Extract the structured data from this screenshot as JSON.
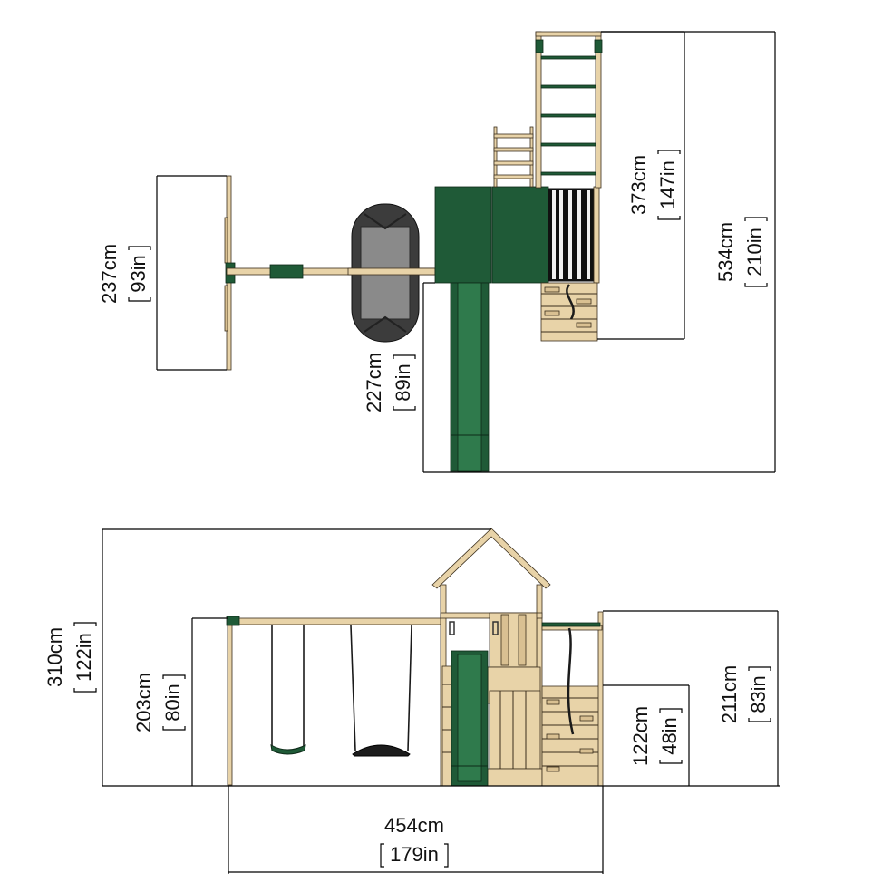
{
  "diagram": {
    "subject": "Wooden playset with climbing tower, slide, swing beam, monkey bars",
    "views": [
      {
        "id": "top-view",
        "label": "Plan view (top)"
      },
      {
        "id": "side-view",
        "label": "Elevation view (front)"
      }
    ],
    "colors": {
      "wood": "#e8d3a8",
      "green": "#1f5a37",
      "grey": "#8a8a8a",
      "dim_line": "#000000"
    }
  },
  "top_view": {
    "swing_frame_width": {
      "cm": "237cm",
      "in": "93in"
    },
    "slide_length": {
      "cm": "227cm",
      "in": "89in"
    },
    "monkey_bar_length": {
      "cm": "373cm",
      "in": "147in"
    },
    "overall_depth": {
      "cm": "534cm",
      "in": "210in"
    }
  },
  "side_view": {
    "total_height": {
      "cm": "310cm",
      "in": "122in"
    },
    "swing_beam_height": {
      "cm": "203cm",
      "in": "80in"
    },
    "platform_height": {
      "cm": "122cm",
      "in": "48in"
    },
    "monkey_bar_height": {
      "cm": "211cm",
      "in": "83in"
    },
    "overall_width": {
      "cm": "454cm",
      "in": "179in"
    }
  }
}
